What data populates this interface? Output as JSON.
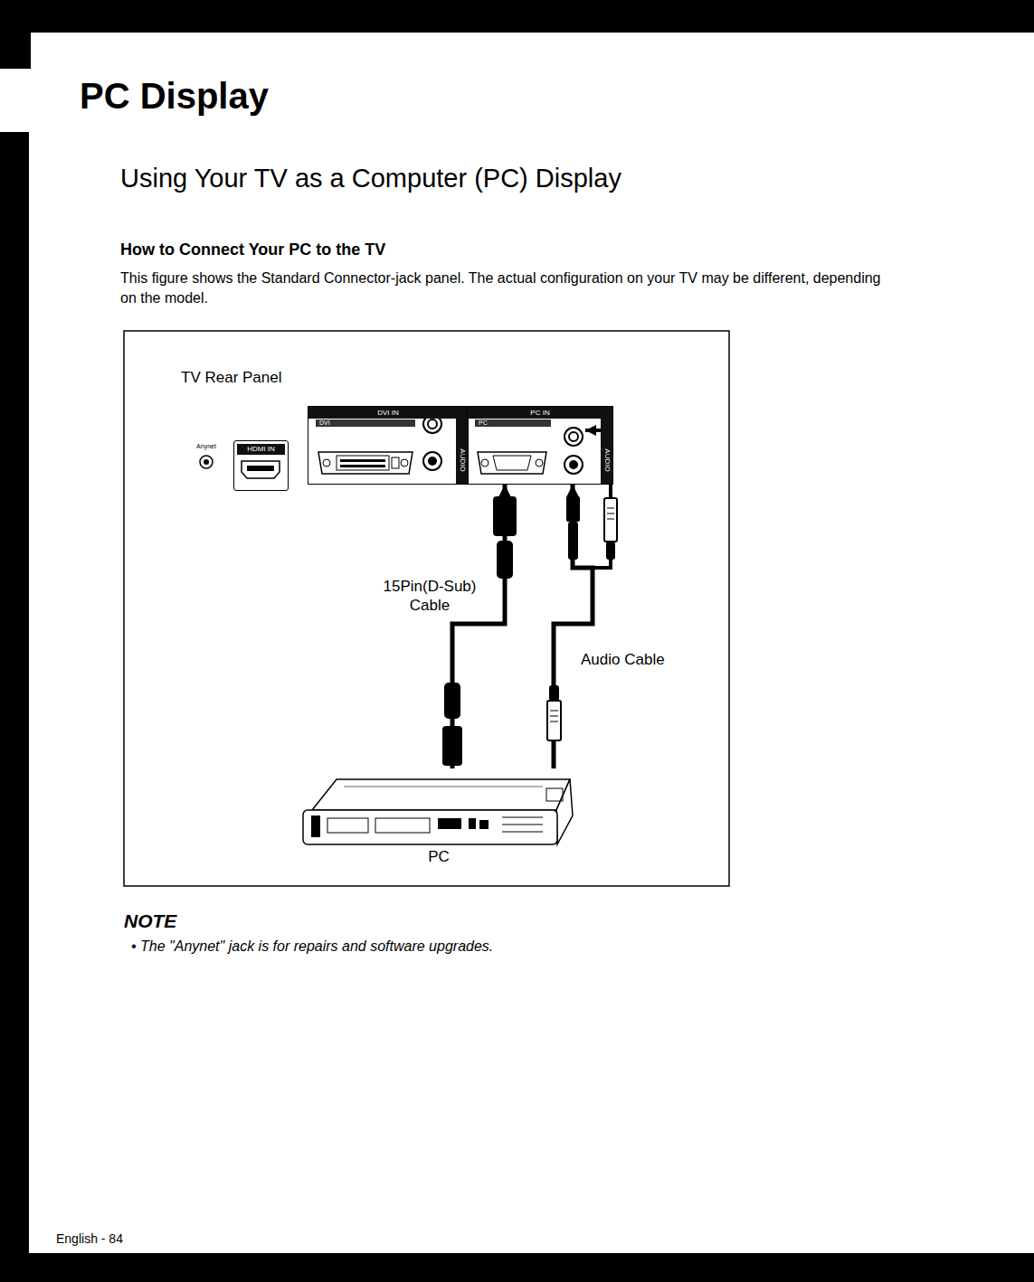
{
  "diagram": {
    "title": "PC Display",
    "nodes": [
      {
        "text": [
          "HDMI IN"
        ]
      },
      {
        "text": [
          "DVI IN",
          "DVI",
          "AUDIO"
        ]
      },
      {
        "text": [
          "PC IN",
          "PC",
          "AUDIO"
        ]
      },
      {
        "text": [
          "PC"
        ]
      }
    ],
    "edges": [
      {
        "from": 3,
        "to": 2,
        "label": "15Pin(D-Sub) Cable",
        "arrow": "to"
      },
      {
        "from": 3,
        "to": 2,
        "label": "Audio Cable",
        "arrow": "to"
      }
    ],
    "labels": [
      "Using Your TV as a Computer (PC) Display",
      "How to Connect Your PC to the TV",
      "This figure shows the Standard Connector-jack panel. The actual configuration on your TV may be different, depending on the model.",
      "TV Rear Panel",
      "Anynet",
      "NOTE",
      "• The \"Anynet\" jack is for repairs and software upgrades.",
      "English - 84"
    ]
  }
}
